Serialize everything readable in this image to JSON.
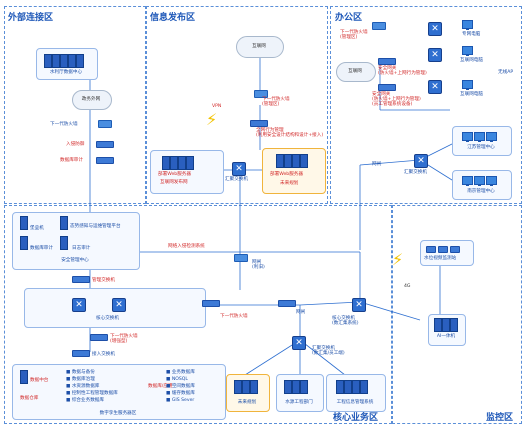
{
  "zones": {
    "external": "外部连接区",
    "info": "信息发布区",
    "office": "办公区",
    "core": "核心业务区",
    "monitor": "监控区"
  },
  "external": {
    "dc": "水利厅数据中心",
    "cloud": "政务外网",
    "fw": "下一代防火墙",
    "gw": "入侵防御",
    "audit": "数据库审计"
  },
  "info": {
    "internet": "互联网",
    "vpn": "VPN",
    "fw": "下一代防火墙\n(管理区)",
    "behavior": "全网行为管理\n(利用安全设计结构和设计+接入)",
    "web1": "部署Web服务器",
    "web2": "部署Web服务器",
    "web1_sub": "互联网发布网",
    "future": "未来规划",
    "agg": "汇聚交换机"
  },
  "office": {
    "fw": "下一代防火墙\n(管理区)",
    "internet": "互联网",
    "secure1": "安全网关\n(防火墙+上网行为管理)",
    "secure2": "安全网关\n(防火墙+上网行为管理)\n(员工管理系统设备)",
    "agg": "汇聚交换机",
    "core_link": "网闸",
    "terminal1": "专网电脑",
    "terminal2": "互联网电脑",
    "terminal3": "互联网电脑",
    "wifi": "无线AP",
    "mgmt1": "江苏管理中心",
    "mgmt2": "南京管理中心"
  },
  "core": {
    "mgmt": {
      "items": [
        "堡垒机",
        "态势感知与运维管理平台",
        "数据库审计",
        "日志审计"
      ],
      "title": "安全管理中心",
      "switch": "管理交换机"
    },
    "iids": "网络入侵检测系统",
    "core_sw": "核心交换机",
    "gw": "网闸\n(利旧)",
    "fw": "下一代防火墙\n(增强型)",
    "access_sw": "接入交换机",
    "fw2": "下一代防火墙",
    "big_sw": "网闸",
    "core_sw2": "核心交换机\n(数汇集系统)",
    "core_sw3": "核心交换机\n(数汇集)",
    "agg": "汇聚交换机\n(数汇集/员工端)",
    "future": "未来规划",
    "db1": "水源工程部门",
    "db2": "工程信息管理系统",
    "legend_title": "数字孪生服务器区",
    "legend_left": [
      "数据中台",
      "数据仓库"
    ],
    "legend_center": [
      "数据与备份",
      "数据库治理",
      "水资源数据库",
      "控制性工程管理数据库",
      "综合业务数据库"
    ],
    "legend_right": [
      "业务数据库",
      "NOSQL",
      "空间数据库",
      "缓存数据库",
      "GIS Sever"
    ],
    "legend_mid": "数据库/应用"
  },
  "monitor": {
    "cam": "水位视频监测站",
    "net": "4G",
    "ai": "AI一体机"
  }
}
